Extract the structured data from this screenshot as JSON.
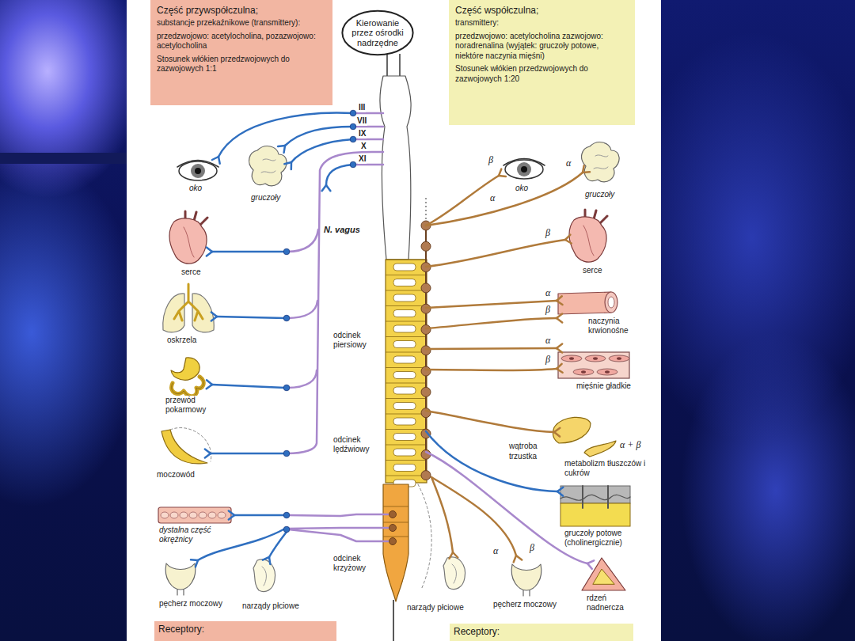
{
  "diagram": {
    "nodes": [
      {
        "text": [
          "Część przywspółczulna;",
          "substancje przekaźnikowe (transmittery):",
          "przedzwojowo: acetylocholina, pozazwojowo: acetylocholina",
          "Stosunek włókien przedzwojowych do zazwojowych 1:1"
        ]
      },
      {
        "text": [
          "Kierowanie przez ośrodki nadrzędne"
        ]
      },
      {
        "text": [
          "Część współczulna;",
          "transmittery:",
          "przedzwojowo: acetylocholina zazwojowo: noradrenalina (wyjątek: gruczoły potowe, niektóre naczynia mięśni)",
          "Stosunek włókien przedzwojowych do zazwojowych 1:20"
        ]
      },
      {
        "text": [
          "Receptory:"
        ]
      },
      {
        "text": [
          "Receptory:"
        ]
      }
    ],
    "labels": [
      "III",
      "VII",
      "IX",
      "X",
      "XI",
      "oko",
      "gruczoły",
      "N. vagus",
      "serce",
      "oskrzela",
      "przewód pokarmowy",
      "moczowód",
      "dystalna część okrężnicy",
      "pęcherz moczowy",
      "narządy płciowe",
      "odcinek piersiowy",
      "odcinek lędźwiowy",
      "odcinek krzyżowy",
      "β",
      "α",
      "oko",
      "α",
      "gruczoły",
      "β",
      "serce",
      "α",
      "β",
      "naczynia krwionośne",
      "α",
      "β",
      "mięśnie gładkie",
      "wątroba",
      "trzustka",
      "α + β",
      "metabolizm tłuszczów i cukrów",
      "gruczoły potowe (cholinergicznie)",
      "α",
      "β",
      "narządy płciowe",
      "pęcherz moczowy",
      "rdzeń nadnercza"
    ]
  }
}
